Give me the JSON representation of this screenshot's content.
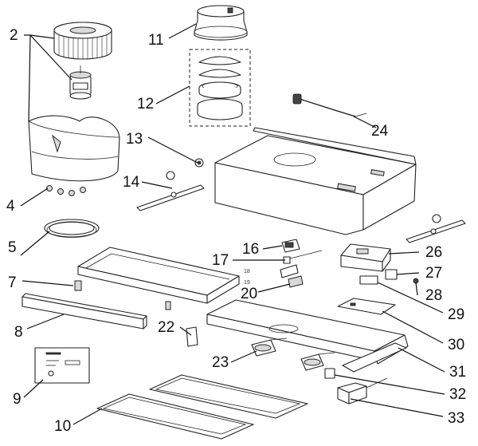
{
  "callouts": [
    {
      "id": "2",
      "label": "2"
    },
    {
      "id": "4",
      "label": "4"
    },
    {
      "id": "5",
      "label": "5"
    },
    {
      "id": "7",
      "label": "7"
    },
    {
      "id": "8",
      "label": "8"
    },
    {
      "id": "9",
      "label": "9"
    },
    {
      "id": "10",
      "label": "10"
    },
    {
      "id": "11",
      "label": "11"
    },
    {
      "id": "12",
      "label": "12"
    },
    {
      "id": "13",
      "label": "13"
    },
    {
      "id": "14",
      "label": "14"
    },
    {
      "id": "16",
      "label": "16"
    },
    {
      "id": "17",
      "label": "17"
    },
    {
      "id": "18",
      "label": "18"
    },
    {
      "id": "19",
      "label": "19"
    },
    {
      "id": "20",
      "label": "20"
    },
    {
      "id": "22",
      "label": "22"
    },
    {
      "id": "23",
      "label": "23"
    },
    {
      "id": "24",
      "label": "24"
    },
    {
      "id": "26",
      "label": "26"
    },
    {
      "id": "27",
      "label": "27"
    },
    {
      "id": "28",
      "label": "28"
    },
    {
      "id": "29",
      "label": "29"
    },
    {
      "id": "30",
      "label": "30"
    },
    {
      "id": "31",
      "label": "31"
    },
    {
      "id": "32",
      "label": "32"
    },
    {
      "id": "33",
      "label": "33"
    }
  ]
}
